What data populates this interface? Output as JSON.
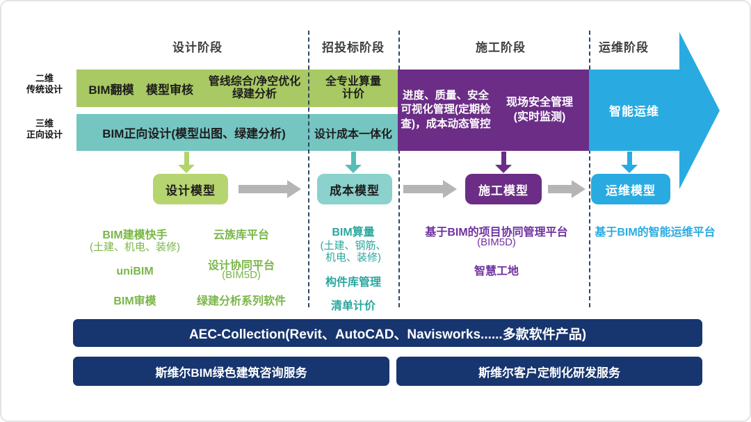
{
  "phases": {
    "design": "设计阶段",
    "bidding": "招投标阶段",
    "construction": "施工阶段",
    "operation": "运维阶段"
  },
  "row_labels": {
    "row1_line1": "二维",
    "row1_line2": "传统设计",
    "row2_line1": "三维",
    "row2_line2": "正向设计"
  },
  "band_row1": {
    "item1": "BIM翻模",
    "item2": "模型审核",
    "item3_line1": "管线综合/净空优化",
    "item3_line2": "绿建分析",
    "bidding_line1": "全专业算量",
    "bidding_line2": "计价"
  },
  "band_row2": {
    "design": "BIM正向设计(模型出图、绿建分析)",
    "bidding": "设计成本一体化"
  },
  "construction_block": {
    "item1": "进度、质量、安全可视化管理(定期检查)，成本动态管控",
    "item2_line1": "现场安全管理",
    "item2_line2": "(实时监测)"
  },
  "operation_arrow": {
    "label": "智能运维"
  },
  "models": {
    "design": "设计模型",
    "cost": "成本模型",
    "construction": "施工模型",
    "operation": "运维模型"
  },
  "software": {
    "design_col1": [
      "BIM建模快手",
      "(土建、机电、装修)",
      "uniBIM",
      "BIM审模"
    ],
    "design_col2": [
      "云族库平台",
      "设计协同平台",
      "(BIM5D)",
      "绿建分析系列软件"
    ],
    "bidding": [
      "BIM算量",
      "(土建、钢筋、",
      "机电、装修)",
      "构件库管理",
      "清单计价"
    ],
    "construction": [
      "基于BIM的项目协同管理平台",
      "(BIM5D)",
      "智慧工地"
    ],
    "operation": [
      "基于BIM的智能运维平台"
    ]
  },
  "bottom_bars": {
    "bar1": "AEC-Collection(Revit、AutoCAD、Navisworks......多款软件产品)",
    "bar2": "斯维尔BIM绿色建筑咨询服务",
    "bar3": "斯维尔客户定制化研发服务"
  },
  "colors": {
    "band_green": "#a8c963",
    "band_teal": "#75c5c1",
    "block_purple": "#6b2d86",
    "arrow_blue": "#29abe2",
    "box_green": "#b6d46f",
    "box_teal": "#8bd1cc",
    "bar_navy": "#17356e",
    "text_green": "#7ab648",
    "text_teal": "#2aa79e",
    "text_purple": "#7031a0",
    "text_cyan": "#29abe2",
    "gray_arrow": "#b5b5b5"
  }
}
